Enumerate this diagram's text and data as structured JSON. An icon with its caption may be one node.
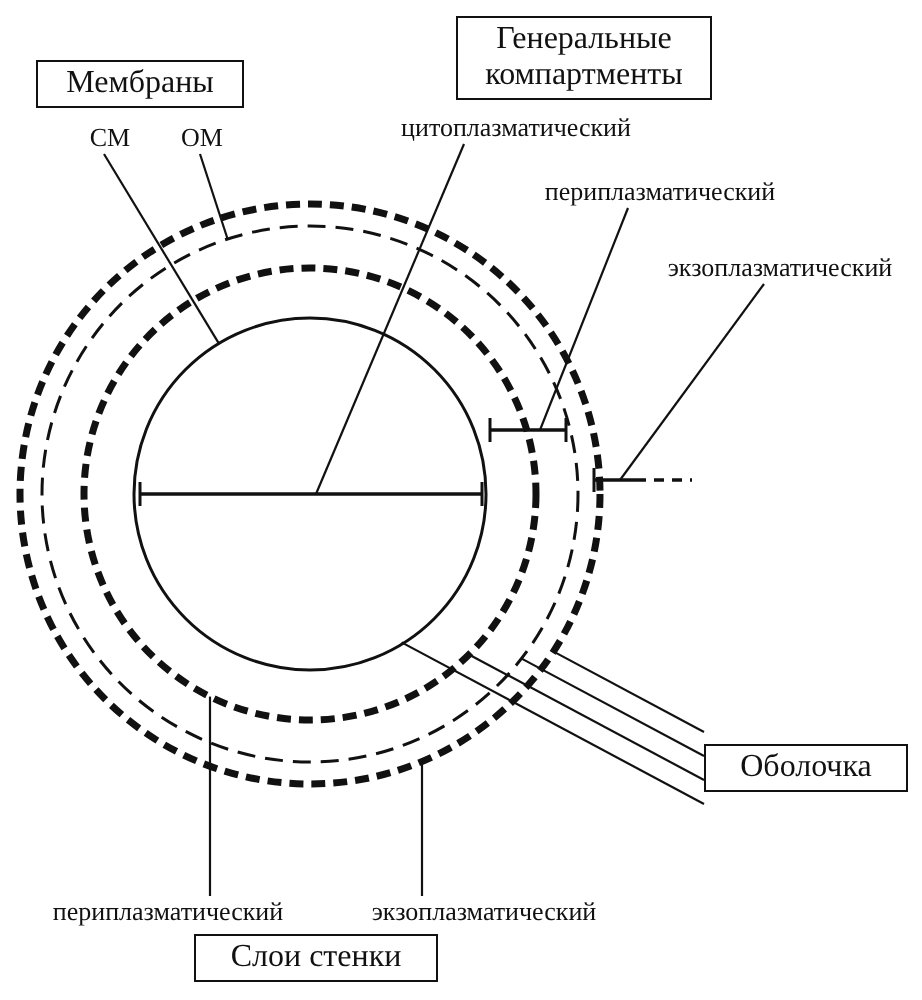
{
  "diagram": {
    "nodes": [
      {
        "text": [
          "Мембраны"
        ]
      },
      {
        "text": [
          "Генеральные компартменты"
        ]
      },
      {
        "text": [
          "СМ"
        ]
      },
      {
        "text": [
          "ОМ"
        ]
      },
      {
        "text": [
          "цитоплазматический"
        ]
      },
      {
        "text": [
          "периплазматический"
        ]
      },
      {
        "text": [
          "экзоплазматический"
        ]
      },
      {
        "text": [],
        "shape": "circle"
      },
      {
        "text": [],
        "shape": "circle",
        "in": 7
      },
      {
        "text": [],
        "shape": "circle",
        "in": 8
      },
      {
        "text": [],
        "shape": "circle",
        "in": 9
      },
      {
        "text": [],
        "shape": "bar",
        "in": 10
      },
      {
        "text": [],
        "shape": "bar",
        "in": 8
      },
      {
        "text": [],
        "shape": "bar"
      },
      {
        "text": [
          "Оболочка"
        ]
      },
      {
        "text": [
          "периплазматический"
        ]
      },
      {
        "text": [
          "экзоплазматический"
        ]
      },
      {
        "text": [
          "Слои стенки"
        ]
      }
    ],
    "edges": [
      {
        "from": 2,
        "to": 10,
        "arrow": "none"
      },
      {
        "from": 3,
        "to": 8,
        "arrow": "none"
      },
      {
        "from": 4,
        "to": 11,
        "arrow": "none"
      },
      {
        "from": 5,
        "to": 12,
        "arrow": "none"
      },
      {
        "from": 6,
        "to": 13,
        "arrow": "none"
      },
      {
        "from": 14,
        "to": 7,
        "arrow": "none"
      },
      {
        "from": 14,
        "to": 8,
        "arrow": "none"
      },
      {
        "from": 14,
        "to": 9,
        "arrow": "none"
      },
      {
        "from": 14,
        "to": 10,
        "arrow": "none"
      },
      {
        "from": 15,
        "to": 9,
        "arrow": "none"
      },
      {
        "from": 16,
        "to": 7,
        "arrow": "none"
      }
    ]
  }
}
